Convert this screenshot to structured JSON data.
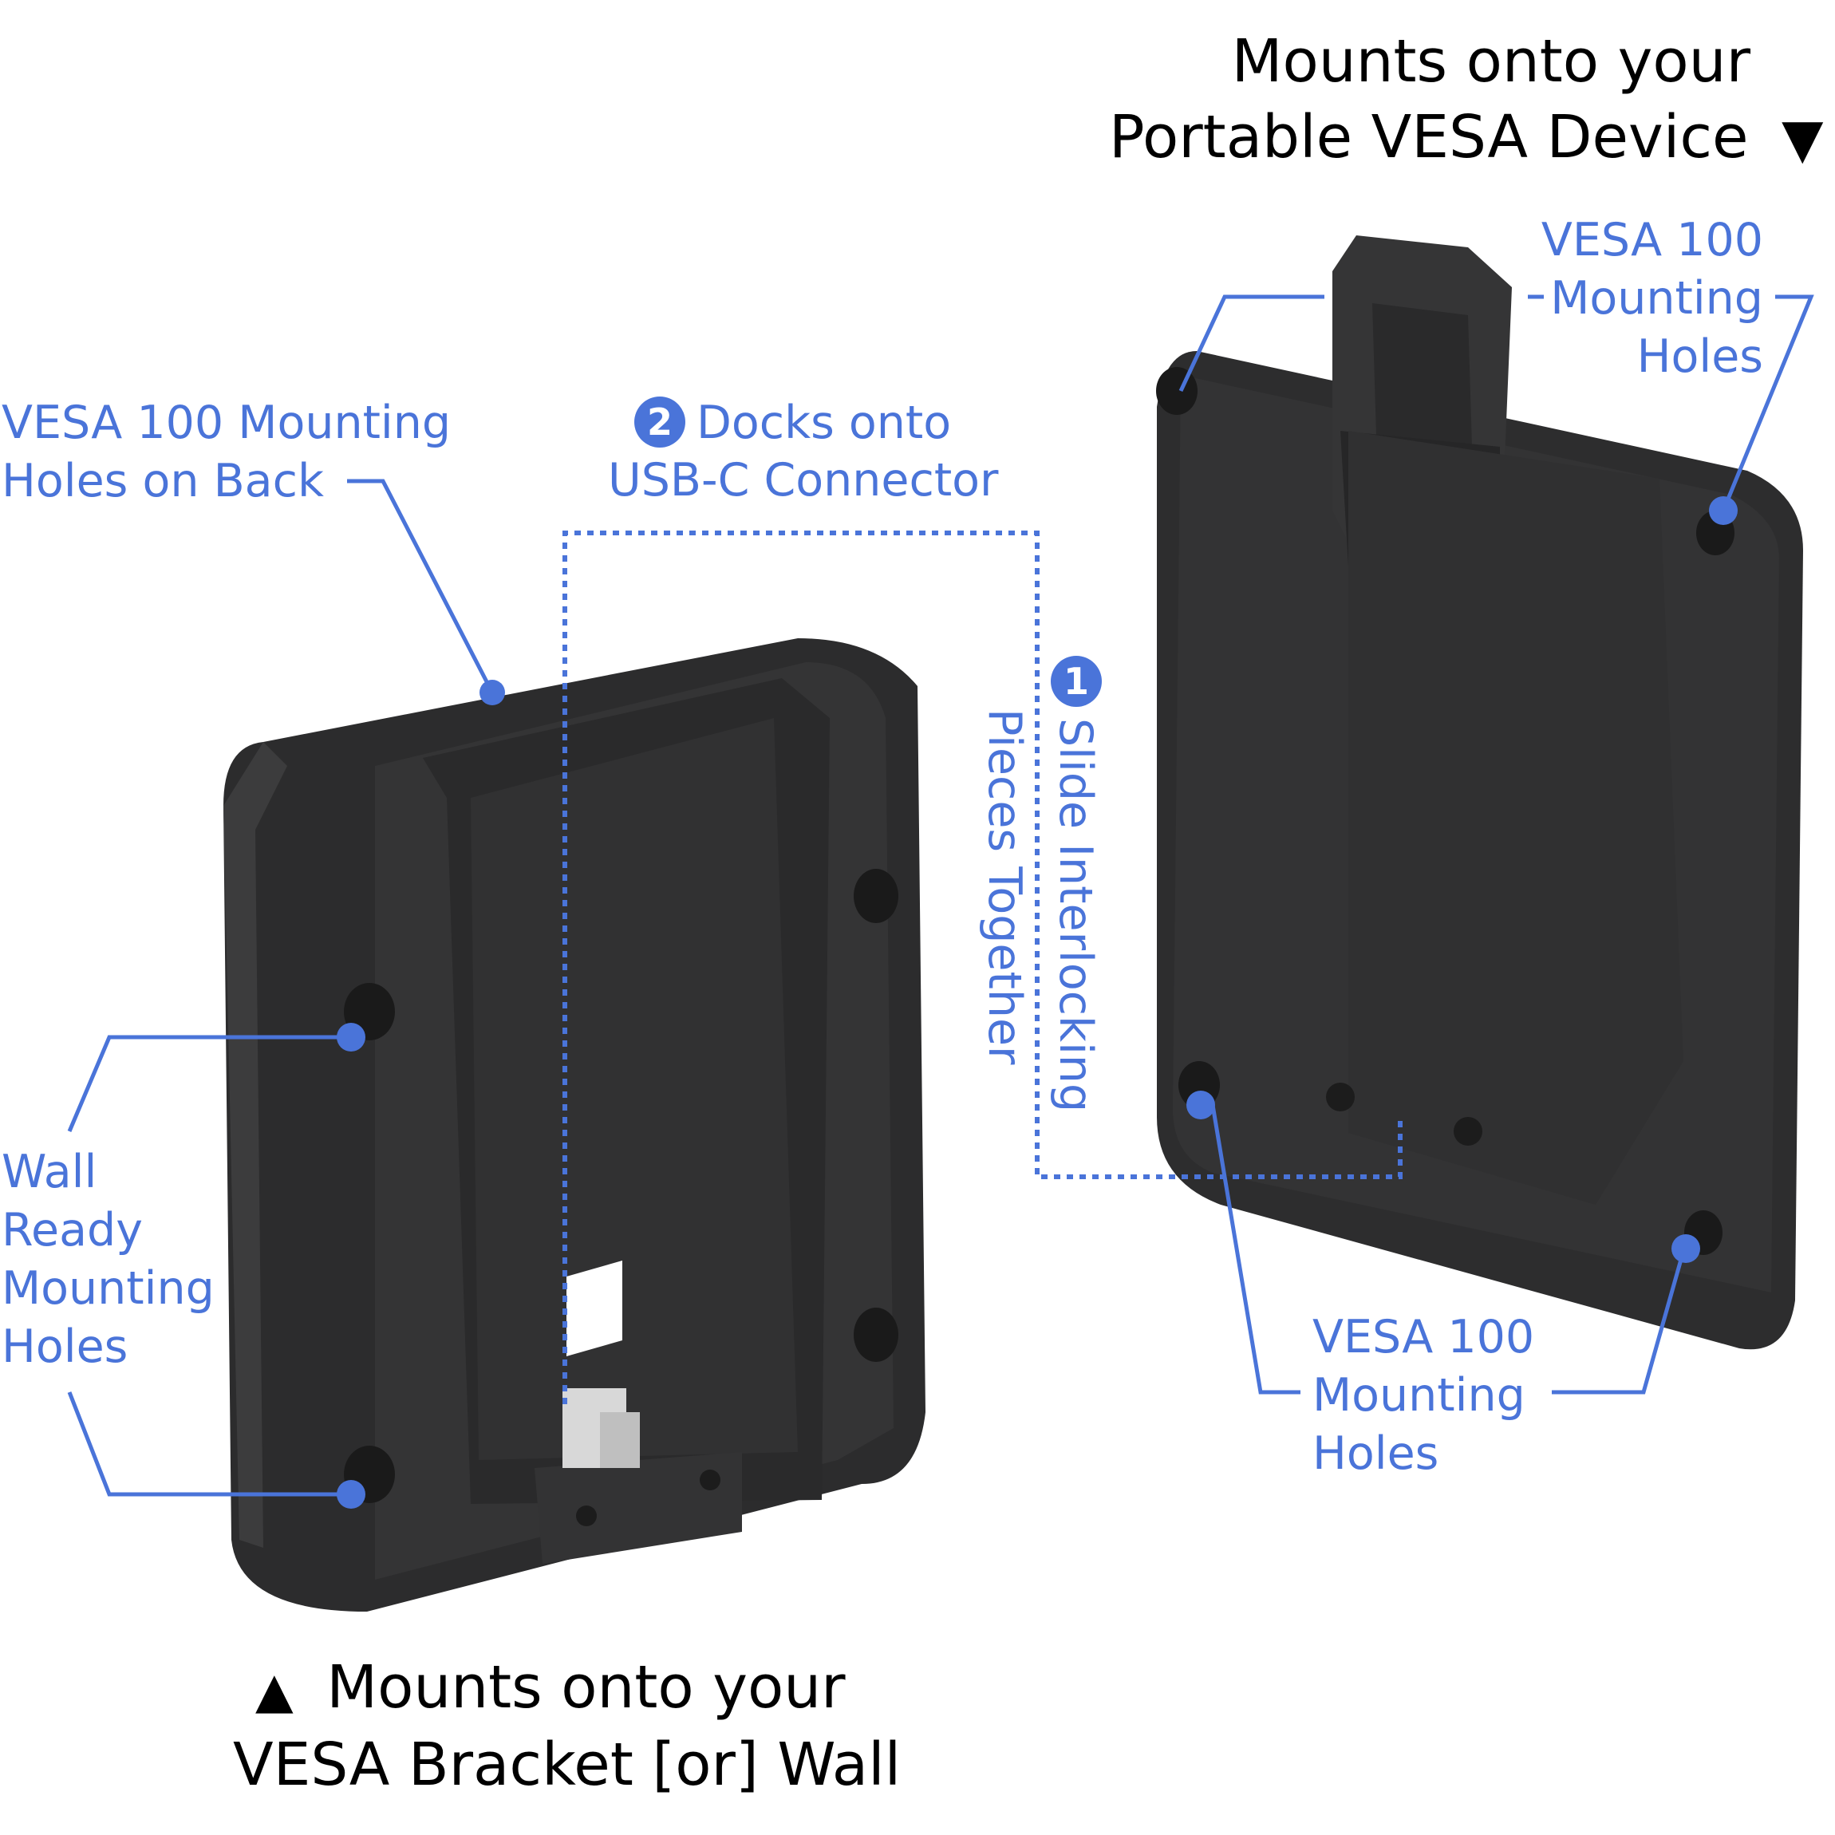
{
  "colors": {
    "accent": "#4a74d9",
    "heading": "#000000",
    "device": "#2f2f30"
  },
  "headings": {
    "top_line1": "Mounts onto your",
    "top_line2": "Portable VESA Device",
    "top_arrow": "▼",
    "bottom_arrow": "▲",
    "bottom_line1": "Mounts onto your",
    "bottom_line2": "VESA Bracket [or] Wall"
  },
  "labels": {
    "back_holes": [
      "VESA 100 Mounting",
      "Holes on Back"
    ],
    "dock_badge": "2",
    "dock": [
      "Docks onto",
      "USB-C Connector"
    ],
    "slide_badge": "1",
    "slide": [
      "Slide Interlocking",
      "Pieces Together"
    ],
    "wall_holes": [
      "Wall",
      "Ready",
      "Mounting",
      "Holes"
    ],
    "vesa_top_right": [
      "VESA 100",
      "Mounting",
      "Holes"
    ],
    "vesa_bottom_right": [
      "VESA 100",
      "Mounting",
      "Holes"
    ]
  }
}
